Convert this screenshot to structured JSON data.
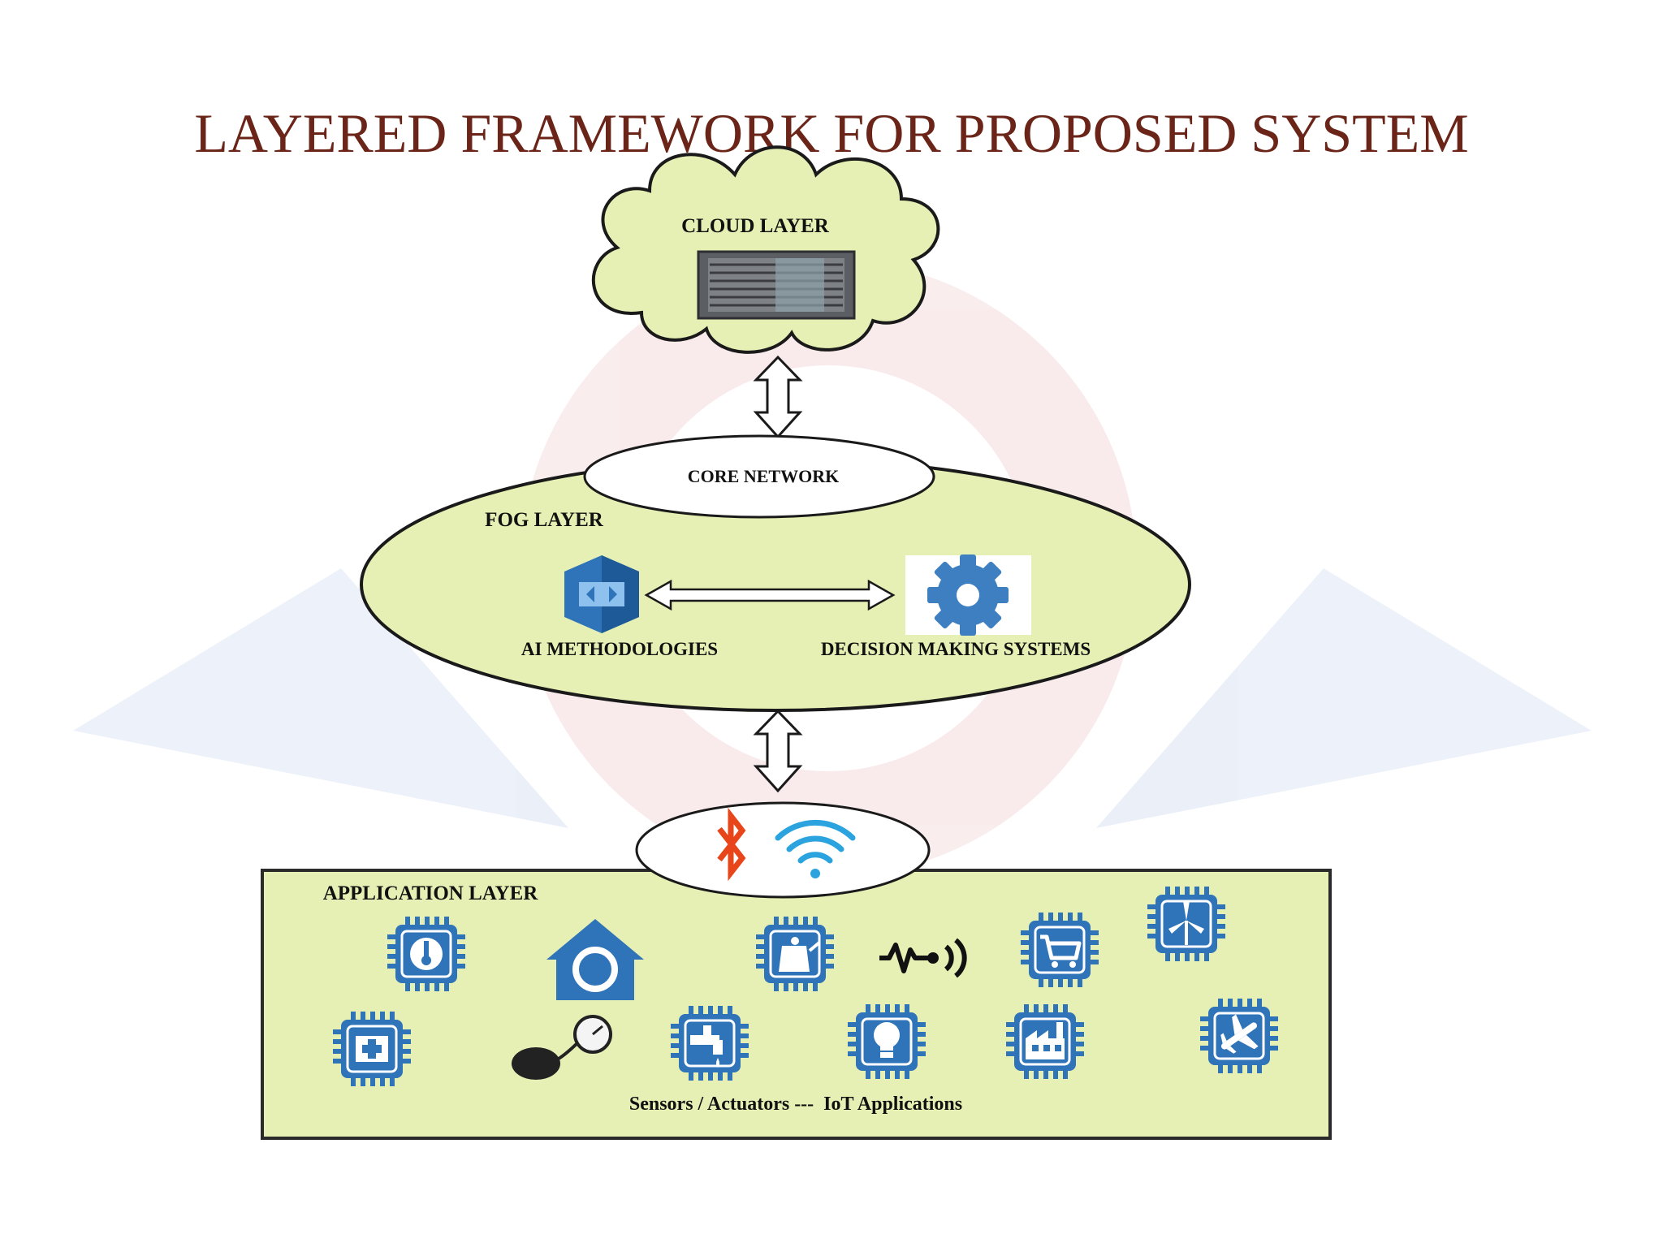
{
  "slide": {
    "title": "LAYERED FRAMEWORK FOR PROPOSED SYSTEM",
    "title_color": "#6b2418"
  },
  "diagram": {
    "cloud": {
      "label": "CLOUD LAYER",
      "icon": "server-rack-icon"
    },
    "core_network": {
      "label": "CORE NETWORK"
    },
    "fog": {
      "label": "FOG LAYER",
      "left_node": {
        "label": "AI METHODOLOGIES",
        "icon": "ai-cube-icon"
      },
      "right_node": {
        "label": "DECISION MAKING SYSTEMS",
        "icon": "gear-icon"
      }
    },
    "connectivity": {
      "icons": [
        "bluetooth-icon",
        "wifi-icon"
      ]
    },
    "application": {
      "label": "APPLICATION LAYER",
      "footer": "Sensors / Actuators ---  IoT Applications",
      "icons_row1": [
        "thermometer-chip-icon",
        "smart-home-icon",
        "kettle-chip-icon",
        "wireless-sensor-icon",
        "shopping-cart-chip-icon",
        "wind-turbine-chip-icon"
      ],
      "icons_row2": [
        "medical-chip-icon",
        "blood-pressure-gauge-icon",
        "water-tap-chip-icon",
        "light-bulb-chip-icon",
        "factory-chip-icon",
        "airplane-chip-icon"
      ]
    },
    "colors": {
      "layer_fill": "#e6efb4",
      "outline": "#1a1a1a",
      "icon_blue": "#2f73b8",
      "bluetooth_orange": "#e8461a",
      "wifi_blue": "#2ba3df"
    }
  }
}
